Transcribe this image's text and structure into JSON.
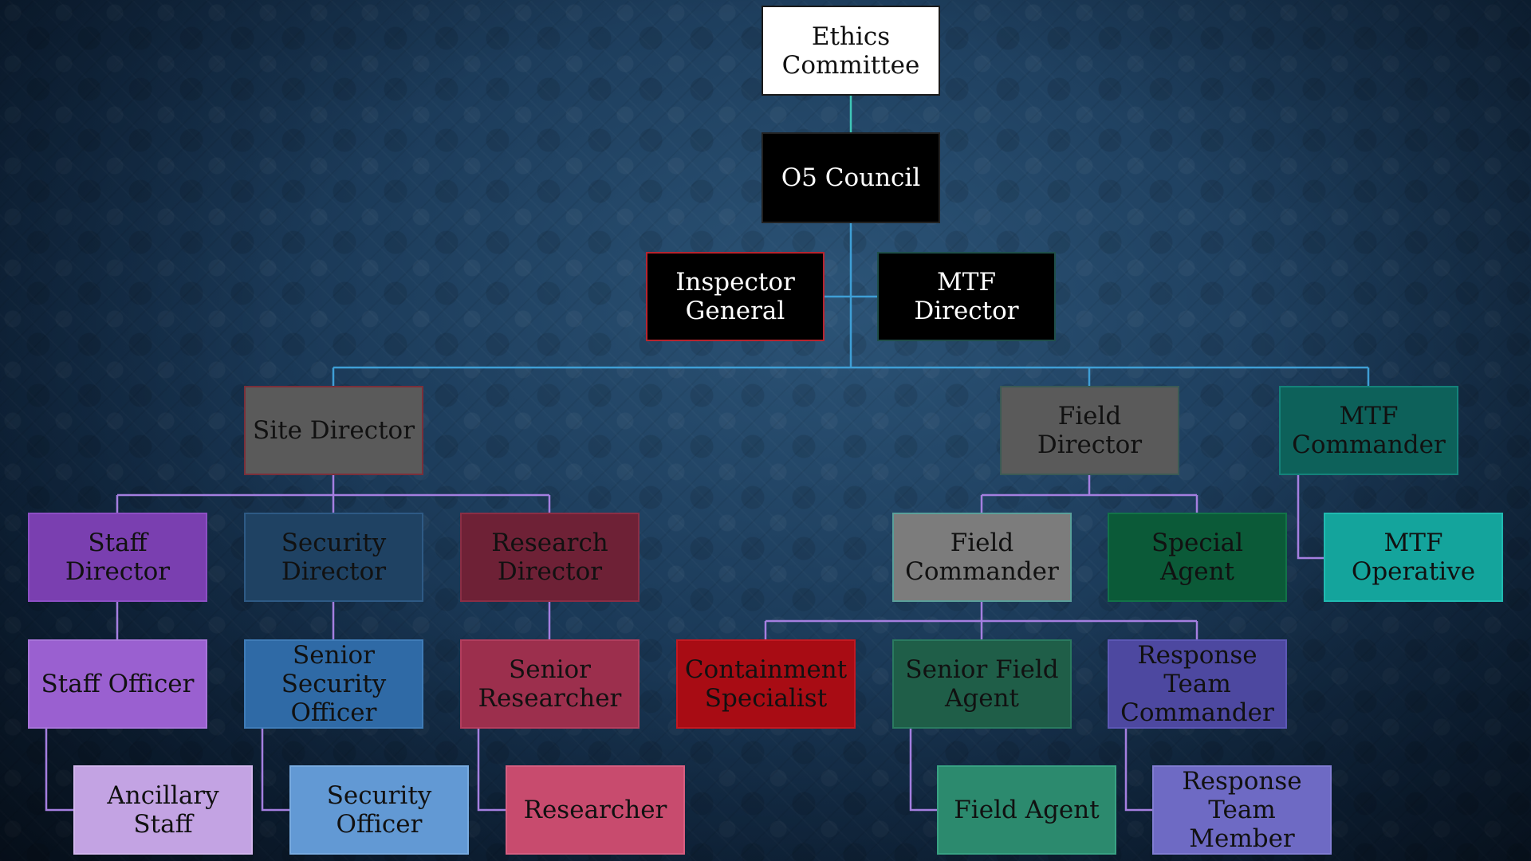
{
  "colors": {
    "line_blue": "#3f9fd6",
    "line_teal": "#3fc7b8",
    "line_purple": "#a57fe0"
  },
  "nodes": {
    "ethics_committee": {
      "label": "Ethics Committee",
      "bg": "#ffffff",
      "fg": "#111111",
      "border": "#1a1a1a"
    },
    "o5_council": {
      "label": "O5 Council",
      "bg": "#000000",
      "fg": "#ffffff",
      "border": "#222222"
    },
    "inspector_general": {
      "label": "Inspector General",
      "bg": "#000000",
      "fg": "#ffffff",
      "border": "#b8242e"
    },
    "mtf_director": {
      "label": "MTF Director",
      "bg": "#000000",
      "fg": "#ffffff",
      "border": "#1f4f4a"
    },
    "site_director": {
      "label": "Site Director",
      "bg": "#5a5a5a",
      "fg": "#111111",
      "border": "#7a2f3a"
    },
    "field_director": {
      "label": "Field Director",
      "bg": "#5a5a5a",
      "fg": "#111111",
      "border": "#3a5a55"
    },
    "mtf_commander": {
      "label": "MTF Commander",
      "bg": "#0d615a",
      "fg": "#111111",
      "border": "#14827a"
    },
    "staff_director": {
      "label": "Staff Director",
      "bg": "#7a3fb0",
      "fg": "#111111",
      "border": "#8c4fc4"
    },
    "security_director": {
      "label": "Security Director",
      "bg": "#1f4263",
      "fg": "#111111",
      "border": "#2e5a85"
    },
    "research_director": {
      "label": "Research Director",
      "bg": "#6e2136",
      "fg": "#111111",
      "border": "#8a2e45"
    },
    "field_commander": {
      "label": "Field Commander",
      "bg": "#7c7c7c",
      "fg": "#111111",
      "border": "#5aa09a"
    },
    "special_agent": {
      "label": "Special Agent",
      "bg": "#0b5a38",
      "fg": "#111111",
      "border": "#127348"
    },
    "mtf_operative": {
      "label": "MTF Operative",
      "bg": "#14a49c",
      "fg": "#111111",
      "border": "#20bab1"
    },
    "staff_officer": {
      "label": "Staff Officer",
      "bg": "#9a60d0",
      "fg": "#111111",
      "border": "#a874da"
    },
    "senior_security_officer": {
      "label": "Senior Security Officer",
      "bg": "#2f6aa6",
      "fg": "#111111",
      "border": "#3f7cb8"
    },
    "senior_researcher": {
      "label": "Senior Researcher",
      "bg": "#9c2f4d",
      "fg": "#111111",
      "border": "#b33d5d"
    },
    "containment_specialist": {
      "label": "Containment Specialist",
      "bg": "#a80c14",
      "fg": "#111111",
      "border": "#c41820"
    },
    "senior_field_agent": {
      "label": "Senior Field Agent",
      "bg": "#1f5e48",
      "fg": "#111111",
      "border": "#2a7a5f"
    },
    "response_team_commander": {
      "label": "Response Team Commander",
      "bg": "#4d48a0",
      "fg": "#111111",
      "border": "#5c57b5"
    },
    "ancillary_staff": {
      "label": "Ancillary Staff",
      "bg": "#c3a3e3",
      "fg": "#111111",
      "border": "#d2b6ec"
    },
    "security_officer": {
      "label": "Security Officer",
      "bg": "#6299d4",
      "fg": "#111111",
      "border": "#78abe0"
    },
    "researcher": {
      "label": "Researcher",
      "bg": "#c84b6e",
      "fg": "#111111",
      "border": "#d65e80"
    },
    "field_agent": {
      "label": "Field Agent",
      "bg": "#2c8a6e",
      "fg": "#111111",
      "border": "#38a283"
    },
    "response_team_member": {
      "label": "Response Team Member",
      "bg": "#6e6ac4",
      "fg": "#111111",
      "border": "#817dd2"
    }
  }
}
